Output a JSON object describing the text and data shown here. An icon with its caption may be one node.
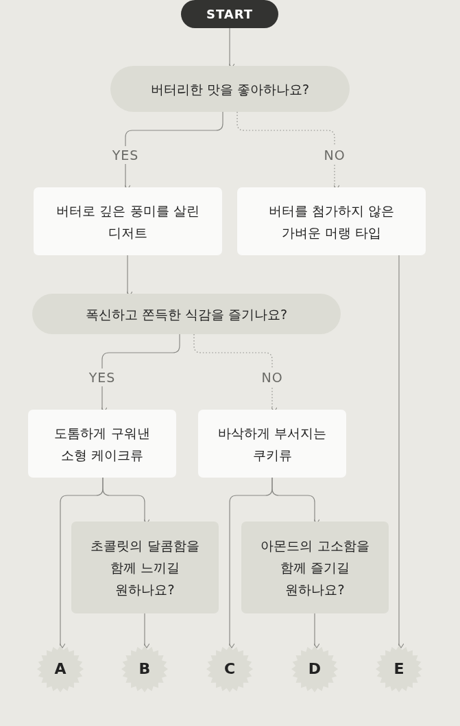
{
  "diagram": {
    "nodes": [
      {
        "text": [
          "START"
        ]
      },
      {
        "text": [
          "버터리한 맛을 좋아하나요?"
        ]
      },
      {
        "text": [
          "버터로 깊은 풍미를 살린 디저트"
        ]
      },
      {
        "text": [
          "버터를 첨가하지 않은 가벼운 머랭 타입"
        ]
      },
      {
        "text": [
          "폭신하고 쫀득한 식감을 즐기나요?"
        ]
      },
      {
        "text": [
          "도톰하게 구워낸 소형 케이크류"
        ]
      },
      {
        "text": [
          "바삭하게 부서지는 쿠키류"
        ]
      },
      {
        "text": [
          "초콜릿의 달콤함을 함께 느끼길 원하나요?"
        ]
      },
      {
        "text": [
          "아몬드의 고소함을 함께 즐기길 원하나요?"
        ]
      },
      {
        "text": [
          "A"
        ]
      },
      {
        "text": [
          "B"
        ]
      },
      {
        "text": [
          "C"
        ]
      },
      {
        "text": [
          "D"
        ]
      },
      {
        "text": [
          "E"
        ]
      }
    ],
    "edges": [
      {
        "from": 0,
        "to": 1,
        "arrow": "to"
      },
      {
        "from": 1,
        "to": 2,
        "arrow": "to",
        "label": "YES"
      },
      {
        "from": 1,
        "to": 3,
        "arrow": "to",
        "label": "NO",
        "style": "dashed"
      },
      {
        "from": 2,
        "to": 4,
        "arrow": "to"
      },
      {
        "from": 4,
        "to": 5,
        "arrow": "to",
        "label": "YES"
      },
      {
        "from": 4,
        "to": 6,
        "arrow": "to",
        "label": "NO",
        "style": "dashed"
      },
      {
        "from": 5,
        "to": 9,
        "arrow": "to"
      },
      {
        "from": 5,
        "to": 7,
        "arrow": "to"
      },
      {
        "from": 6,
        "to": 11,
        "arrow": "to"
      },
      {
        "from": 6,
        "to": 8,
        "arrow": "to"
      },
      {
        "from": 7,
        "to": 10,
        "arrow": "to"
      },
      {
        "from": 8,
        "to": 12,
        "arrow": "to"
      },
      {
        "from": 3,
        "to": 13,
        "arrow": "to"
      }
    ]
  }
}
